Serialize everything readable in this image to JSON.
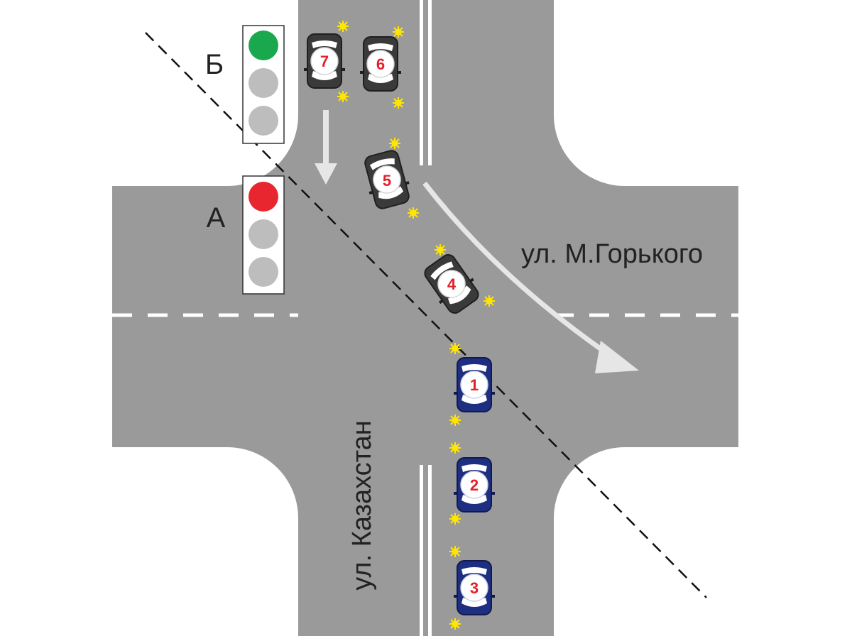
{
  "streets": {
    "horizontal_name": "ул. М.Горького",
    "vertical_name": "ул. Казахстан"
  },
  "traffic_lights": [
    {
      "id": "b",
      "label": "Б",
      "active_signal": "green"
    },
    {
      "id": "a",
      "label": "А",
      "active_signal": "red"
    }
  ],
  "cars": [
    {
      "number": "1",
      "color": "blue"
    },
    {
      "number": "2",
      "color": "blue"
    },
    {
      "number": "3",
      "color": "blue"
    },
    {
      "number": "4",
      "color": "dark"
    },
    {
      "number": "5",
      "color": "dark"
    },
    {
      "number": "6",
      "color": "dark"
    },
    {
      "number": "7",
      "color": "dark"
    }
  ],
  "colors": {
    "road": "#9a9a9a",
    "marking": "#ffffff",
    "arrow": "#e6e6e6",
    "light_green": "#1aa84f",
    "light_red": "#e8262f",
    "light_off": "#bdbdbd",
    "car_blue": "#1e2f82",
    "car_dark": "#3a3a3a",
    "car_number": "#e2202a",
    "indicator": "#ffe600"
  }
}
